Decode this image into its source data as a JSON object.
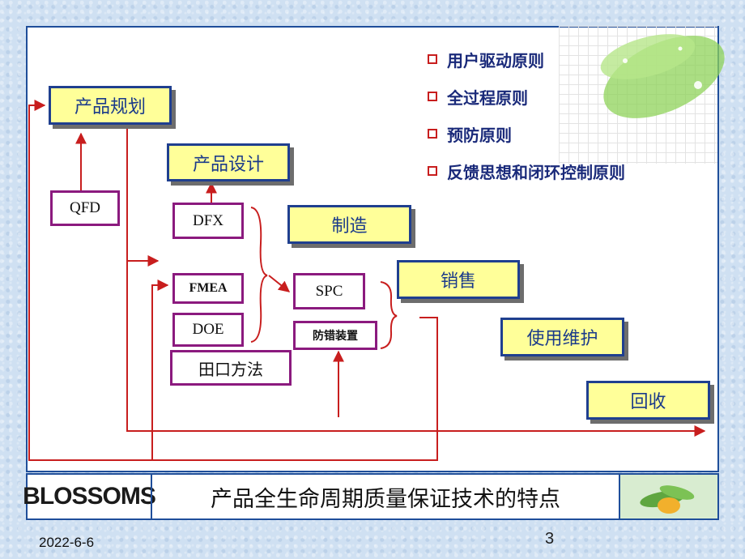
{
  "principles": [
    "用户驱动原则",
    "全过程原则",
    "预防原则",
    "反馈思想和闭环控制原则"
  ],
  "stages": {
    "planning": "产品规划",
    "design": "产品设计",
    "manufacturing": "制造",
    "sales": "销售",
    "maintenance": "使用维护",
    "recycling": "回收"
  },
  "tools": {
    "qfd": "QFD",
    "dfx": "DFX",
    "fmea": "FMEA",
    "doe": "DOE",
    "taguchi": "田口方法",
    "spc": "SPC",
    "poka_yoke": "防错装置"
  },
  "footer": {
    "logo": "BLOSSOMS",
    "title": "产品全生命周期质量保证技术的特点"
  },
  "date": "2022-6-6",
  "page_number": "3",
  "colors": {
    "stage_fill": "#ffff99",
    "stage_border": "#1f3f8f",
    "tool_border": "#8b1a7e",
    "arrow": "#c81e1e",
    "bullet": "#c81e1e"
  }
}
